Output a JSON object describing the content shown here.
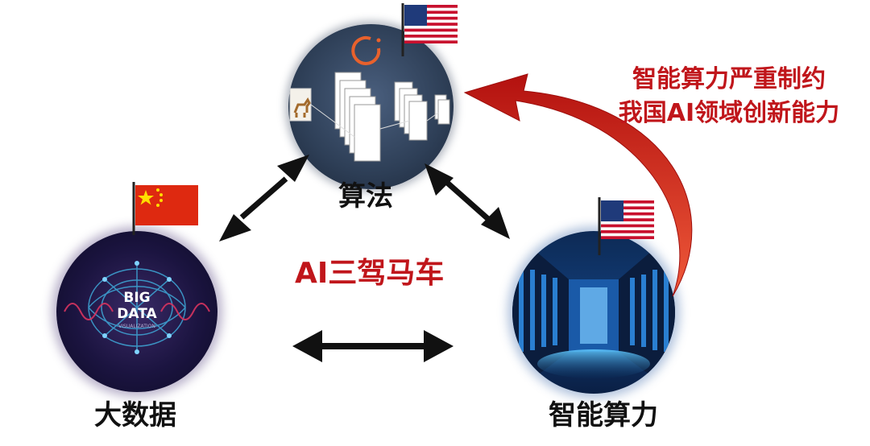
{
  "nodes": {
    "algorithm": {
      "label": "算法"
    },
    "bigdata": {
      "label": "大数据",
      "image_text_1": "BIG",
      "image_text_2": "DATA",
      "image_text_3": "VISUALIZATION"
    },
    "compute": {
      "label": "智能算力"
    }
  },
  "center_title": "AI三驾马车",
  "note": {
    "line1": "智能算力严重制约",
    "line2": "我国AI领域创新能力"
  },
  "flags": {
    "algorithm": "us-flag",
    "bigdata": "china-flag",
    "compute": "us-flag"
  },
  "colors": {
    "accent_red": "#c0161b",
    "arrow_black": "#111111"
  }
}
